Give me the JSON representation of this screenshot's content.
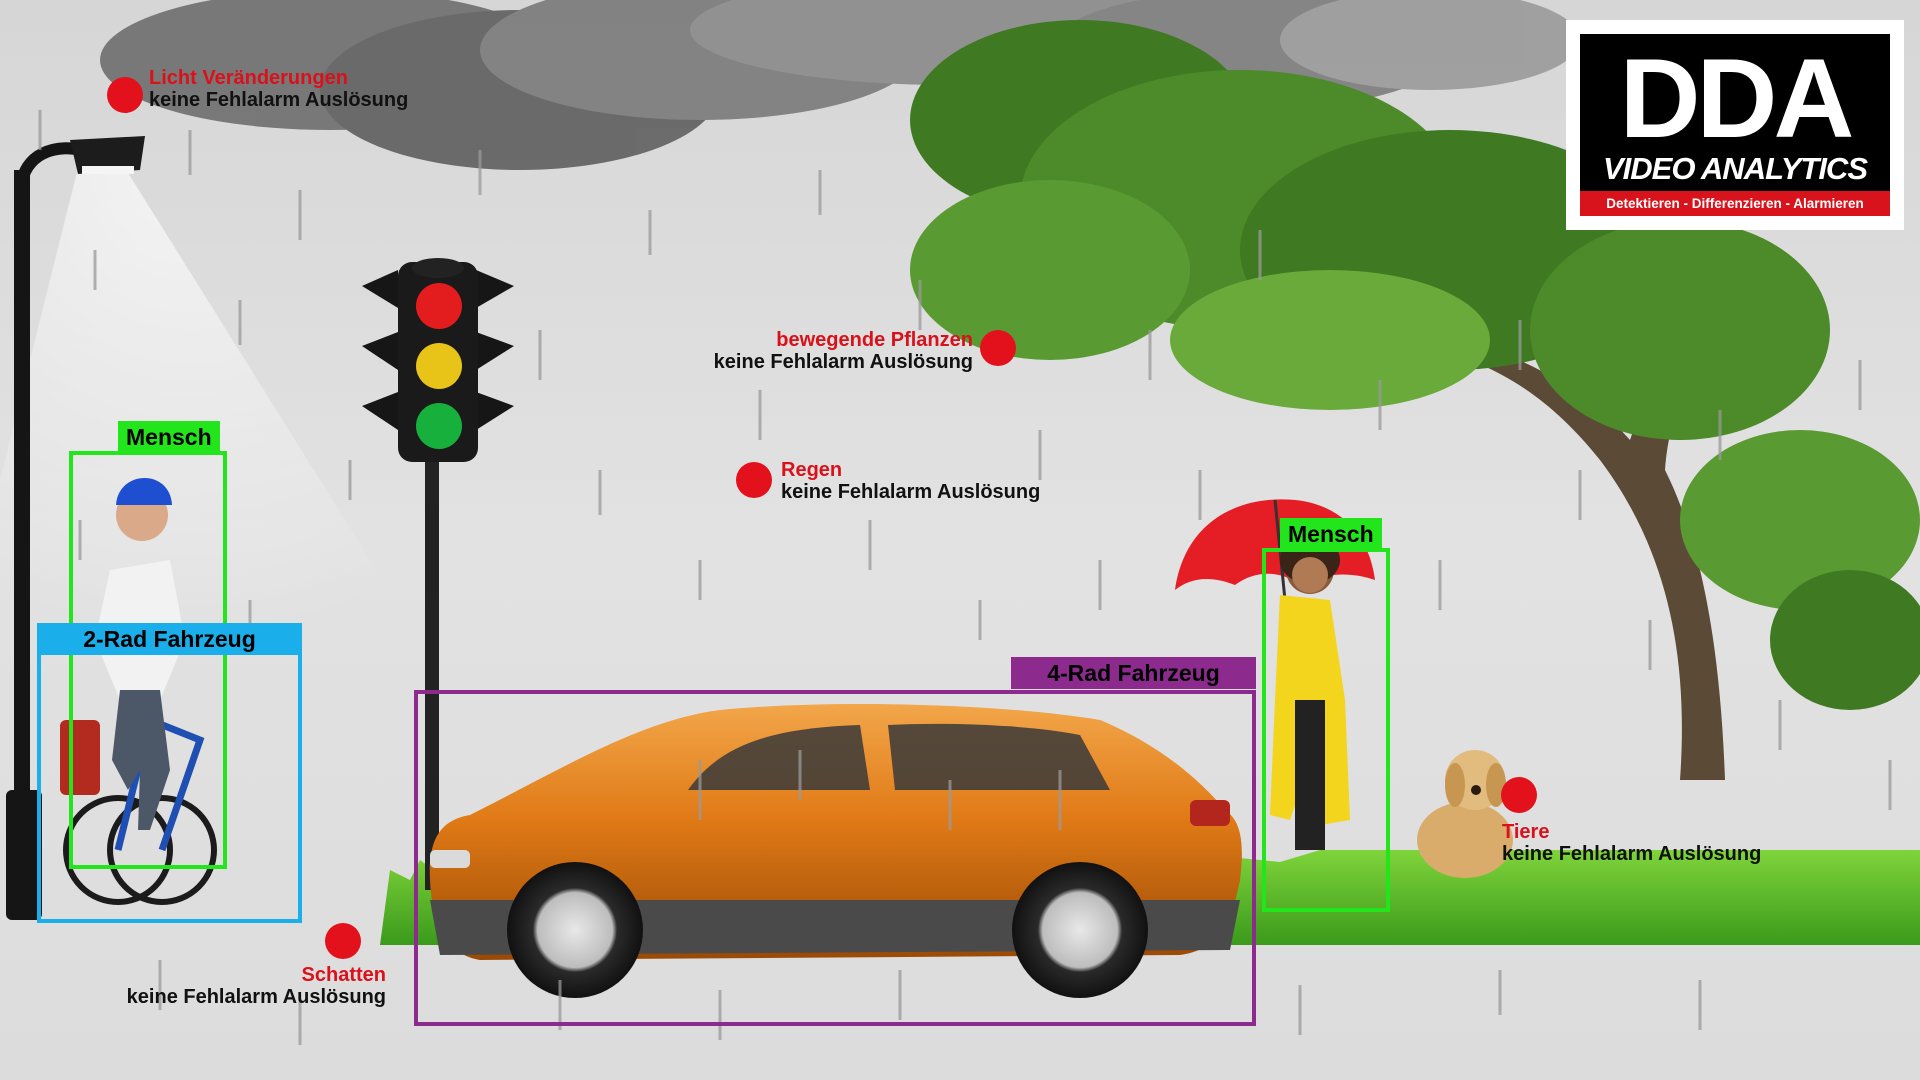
{
  "logo": {
    "main": "DDA",
    "sub": "VIDEO ANALYTICS",
    "tagline": "Detektieren - Differenzieren - Alarmieren"
  },
  "detections": {
    "person_cyclist": "Mensch",
    "two_wheel": "2-Rad Fahrzeug",
    "four_wheel": "4-Rad Fahrzeug",
    "person_woman": "Mensch"
  },
  "notes": {
    "light": {
      "title": "Licht Veränderungen",
      "text": "keine Fehlalarm Auslösung"
    },
    "plants": {
      "title": "bewegende Pflanzen",
      "text": "keine Fehlalarm Auslösung"
    },
    "rain": {
      "title": "Regen",
      "text": "keine Fehlalarm Auslösung"
    },
    "shadow": {
      "title": "Schatten",
      "text": "keine Fehlalarm Auslösung"
    },
    "animals": {
      "title": "Tiere",
      "text": "keine Fehlalarm Auslösung"
    }
  },
  "colors": {
    "person_box": "#22e51c",
    "two_wheel_box": "#1aaeea",
    "four_wheel_box": "#8c2a8e",
    "accent_red": "#e3111c",
    "car_orange": "#e07a16"
  },
  "icons": [
    "street-lamp-icon",
    "traffic-light-icon",
    "cyclist-icon",
    "car-icon",
    "woman-umbrella-icon",
    "dog-icon",
    "tree-icon",
    "rain-cloud-icon"
  ]
}
